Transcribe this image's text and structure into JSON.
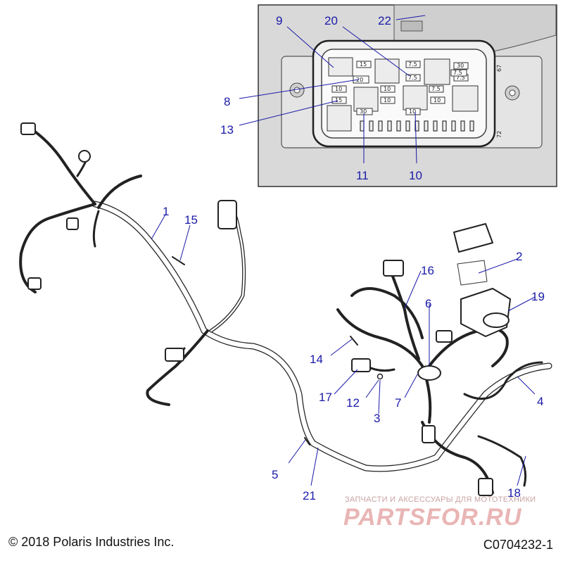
{
  "diagram": {
    "callouts": [
      "1",
      "2",
      "3",
      "4",
      "5",
      "6",
      "7",
      "8",
      "9",
      "10",
      "11",
      "12",
      "13",
      "14",
      "15",
      "16",
      "17",
      "18",
      "19",
      "20",
      "21",
      "22"
    ],
    "fuse_labels": [
      "15",
      "7.5",
      "7.5",
      "30",
      "7.5",
      "20",
      "10",
      "10",
      "7.5",
      "15",
      "10",
      "10",
      "30",
      "10",
      "7.5"
    ],
    "side_marks": [
      "67",
      "72"
    ]
  },
  "footer": {
    "copyright": "© 2018 Polaris Industries Inc.",
    "code": "C0704232-1"
  },
  "watermark": {
    "line1": "ЗАПЧАСТИ И АКСЕССУАРЫ ДЛЯ МОТОТЕХНИКИ",
    "logo": "PARTSFOR.RU"
  }
}
